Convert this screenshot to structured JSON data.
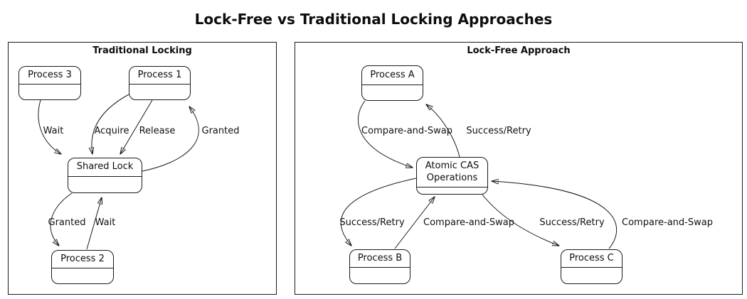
{
  "title": "Lock-Free vs Traditional Locking Approaches",
  "colors": {
    "background": "#ffffff",
    "stroke": "#1a1a1a",
    "text": "#111111",
    "node_fill": "#ffffff"
  },
  "panels": [
    {
      "title": "Traditional Locking",
      "nodes": [
        {
          "id": "process3",
          "label": "Process 3"
        },
        {
          "id": "process1",
          "label": "Process 1"
        },
        {
          "id": "sharedlock",
          "label": "Shared Lock"
        },
        {
          "id": "process2",
          "label": "Process 2"
        }
      ],
      "edges": [
        {
          "from": "Process 3",
          "to": "Shared Lock",
          "label": "Wait"
        },
        {
          "from": "Process 1",
          "to": "Shared Lock",
          "label": "Acquire"
        },
        {
          "from": "Process 1",
          "to": "Shared Lock",
          "label": "Release"
        },
        {
          "from": "Shared Lock",
          "to": "Process 1",
          "label": "Granted"
        },
        {
          "from": "Shared Lock",
          "to": "Process 2",
          "label": "Granted"
        },
        {
          "from": "Process 2",
          "to": "Shared Lock",
          "label": "Wait"
        }
      ]
    },
    {
      "title": "Lock-Free Approach",
      "nodes": [
        {
          "id": "processA",
          "label": "Process A"
        },
        {
          "id": "cas",
          "label": "Atomic CAS Operations",
          "lines": [
            "Atomic CAS",
            "Operations"
          ]
        },
        {
          "id": "processB",
          "label": "Process B"
        },
        {
          "id": "processC",
          "label": "Process C"
        }
      ],
      "edges": [
        {
          "from": "Process A",
          "to": "Atomic CAS Operations",
          "label": "Compare-and-Swap"
        },
        {
          "from": "Atomic CAS Operations",
          "to": "Process A",
          "label": "Success/Retry"
        },
        {
          "from": "Atomic CAS Operations",
          "to": "Process B",
          "label": "Success/Retry"
        },
        {
          "from": "Process B",
          "to": "Atomic CAS Operations",
          "label": "Compare-and-Swap"
        },
        {
          "from": "Atomic CAS Operations",
          "to": "Process C",
          "label": "Success/Retry"
        },
        {
          "from": "Process C",
          "to": "Atomic CAS Operations",
          "label": "Compare-and-Swap"
        }
      ]
    }
  ]
}
